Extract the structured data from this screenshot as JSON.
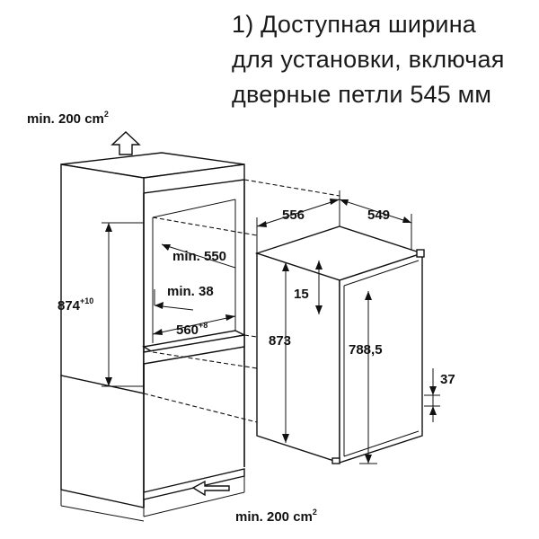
{
  "note": {
    "line1": "1) Доступная ширина",
    "line2": "для установки, включая",
    "line3": "дверные петли 545 мм"
  },
  "labels": {
    "vent_top": "min. 200 cm",
    "vent_top_sup": "2",
    "vent_bottom": "min. 200 cm",
    "vent_bottom_sup": "2",
    "niche_depth": "min. 550",
    "niche_height": "874",
    "niche_height_tol": "+10",
    "min_38": "min. 38",
    "niche_width": "560",
    "niche_width_tol": "+8",
    "depth_556": "556",
    "width_549": "549",
    "gap_15": "15",
    "height_873": "873",
    "door_788": "788,5",
    "offset_37": "37"
  }
}
